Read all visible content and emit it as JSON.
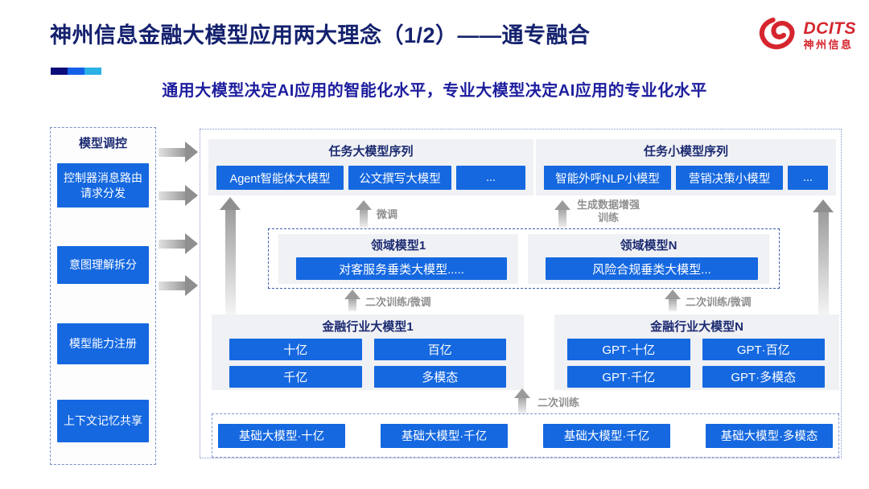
{
  "header": {
    "title": "神州信息金融大模型应用两大理念（1/2）——通专融合",
    "subtitle": "通用大模型决定AI应用的智能化水平，专业大模型决定AI应用的专业化水平",
    "logo": {
      "brand": "DCITS",
      "brand_cn": "神州信息"
    }
  },
  "sidebar": {
    "title": "模型调控",
    "items": [
      {
        "label": "控制器消息路由请求分发"
      },
      {
        "label": "意图理解拆分"
      },
      {
        "label": "模型能力注册"
      },
      {
        "label": "上下文记忆共享"
      }
    ]
  },
  "diagram": {
    "task_large": {
      "title": "任务大模型序列",
      "items": [
        "Agent智能体大模型",
        "公文撰写大模型",
        "..."
      ]
    },
    "task_small": {
      "title": "任务小模型序列",
      "items": [
        "智能外呼NLP小模型",
        "营销决策小模型",
        "..."
      ]
    },
    "domain": {
      "left": {
        "title": "领域模型1",
        "item": "对客服务垂类大模型....."
      },
      "right": {
        "title": "领域模型N",
        "item": "风险合规垂类大模型..."
      }
    },
    "industry_left": {
      "title": "金融行业大模型1",
      "items": [
        "十亿",
        "百亿",
        "千亿",
        "多模态"
      ]
    },
    "industry_right": {
      "title": "金融行业大模型N",
      "items": [
        "GPT·十亿",
        "GPT·百亿",
        "GPT·千亿",
        "GPT·多模态"
      ]
    },
    "base": {
      "items": [
        "基础大模型·十亿",
        "基础大模型·千亿",
        "基础大模型·千亿",
        "基础大模型·多模态"
      ]
    },
    "arrow_labels": {
      "finetune": "微调",
      "gen_data_training": "生成数据增强训练",
      "second_train_finetune_left": "二次训练/微调",
      "second_train_finetune_right": "二次训练/微调",
      "second_train": "二次训练"
    }
  },
  "colors": {
    "accent_navy": "#0d0d7a",
    "accent_blue": "#1560e8",
    "accent_cyan": "#2ab1e6",
    "button_blue": "#1568e0",
    "title_navy": "#14216e",
    "subtitle_blue": "#1d1d9e",
    "logo_red": "#d6252e",
    "arrow_gray": "#8f8f8f"
  }
}
